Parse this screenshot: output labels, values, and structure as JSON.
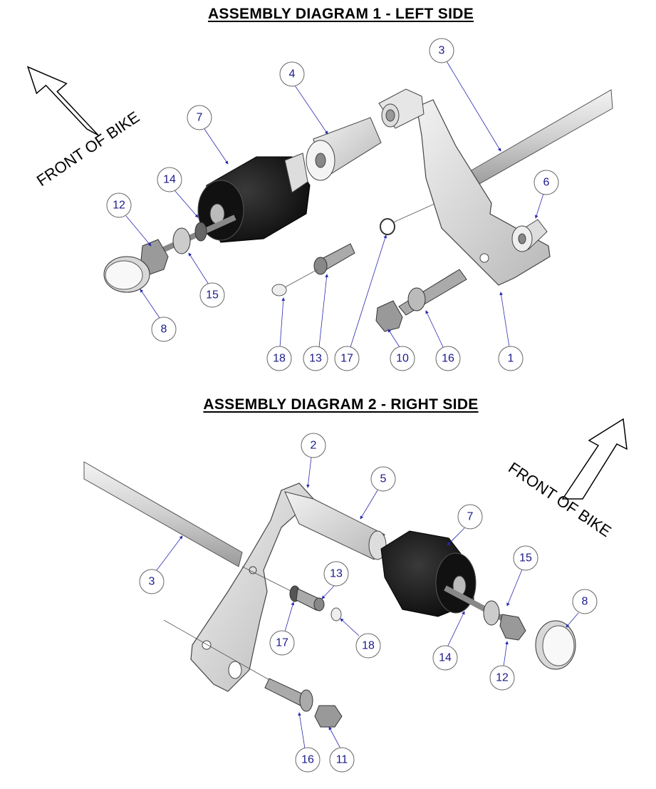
{
  "diagram1": {
    "title": "ASSEMBLY DIAGRAM 1 - LEFT SIDE",
    "front_label": "FRONT OF BIKE",
    "callouts": [
      "3",
      "4",
      "7",
      "14",
      "12",
      "6",
      "15",
      "8",
      "18",
      "13",
      "17",
      "10",
      "16",
      "1"
    ]
  },
  "diagram2": {
    "title": "ASSEMBLY DIAGRAM 2 - RIGHT SIDE",
    "front_label": "FRONT OF BIKE",
    "callouts": [
      "2",
      "5",
      "7",
      "15",
      "8",
      "13",
      "3",
      "17",
      "18",
      "14",
      "12",
      "16",
      "11"
    ]
  },
  "colors": {
    "callout_text": "#1a1a8a",
    "leader": "#2a2ab0",
    "roller": "#1a1a1a",
    "metal": "#d6d6d6"
  }
}
